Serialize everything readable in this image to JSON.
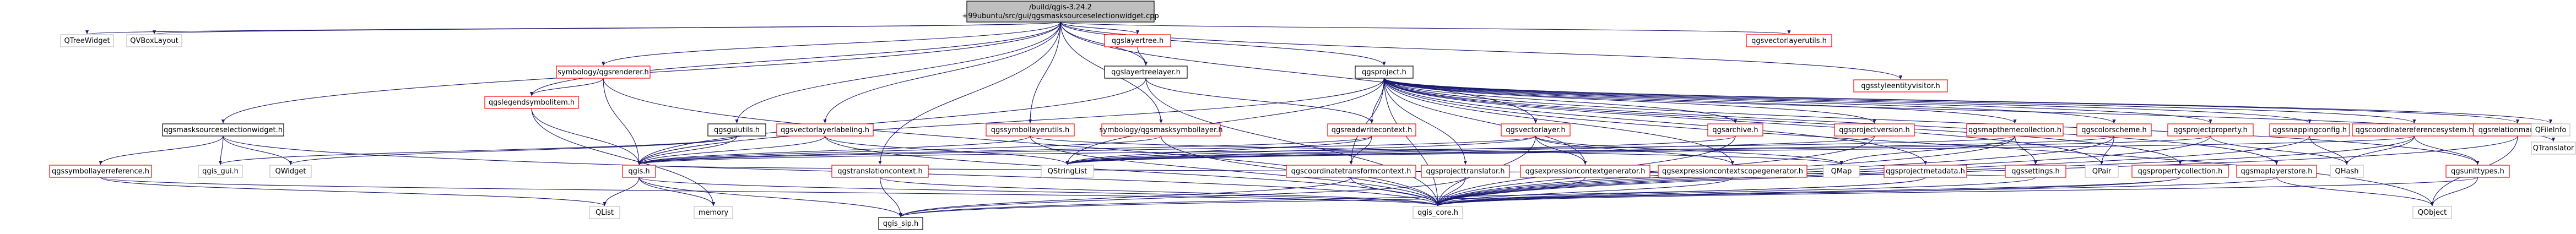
{
  "root": {
    "line1": "/build/qgis-3.24.2",
    "line2": "+99ubuntu/src/gui/qgsmasksourceselectionwidget.cpp"
  },
  "nodes": {
    "n_qtreewidget": "QTreeWidget",
    "n_qvboxlayout": "QVBoxLayout",
    "n_symbologyrenderer": "symbology/qgsrenderer.h",
    "n_qgslayertree": "qgslayertree.h",
    "n_qgsvectorlayerutils": "qgsvectorlayerutils.h",
    "n_qgsproject": "qgsproject.h",
    "n_qgsstyleentityvisitor": "qgsstyleentityvisitor.h",
    "n_qgslayertreelayer": "qgslayertreelayer.h",
    "n_qgsmasksourceselectionwidget": "qgsmasksourceselectionwidget.h",
    "n_qgslegendsymbolitem": "qgslegendsymbolitem.h",
    "n_qgsguiutils": "qgsguiutils.h",
    "n_qgsvectorlayerlabeling": "qgsvectorlayerlabeling.h",
    "n_qgssymbollayerutils": "qgssymbollayerutils.h",
    "n_symbologymasksymbollayer": "symbology/qgsmasksymbollayer.h",
    "n_qgsreadwritecontext": "qgsreadwritecontext.h",
    "n_qgsvectorlayer": "qgsvectorlayer.h",
    "n_qgsarchive": "qgsarchive.h",
    "n_qgsprojectversion": "qgsprojectversion.h",
    "n_qgsmapthemecollection": "qgsmapthemecollection.h",
    "n_qgscolorscheme": "qgscolorscheme.h",
    "n_qgsprojectproperty": "qgsprojectproperty.h",
    "n_qgssnappingconfig": "qgssnappingconfig.h",
    "n_qgscoordinatereferencesystem": "qgscoordinatereferencesystem.h",
    "n_qgsrelationmanager": "qgsrelationmanager.h",
    "n_qfileinfo": "QFileInfo",
    "n_qtranslator": "QTranslator",
    "n_qgssymbollayerreference": "qgssymbollayerreference.h",
    "n_qgis_gui": "qgis_gui.h",
    "n_qwidget": "QWidget",
    "n_qgis": "qgis.h",
    "n_qgstranslationcontext": "qgstranslationcontext.h",
    "n_qstringlist": "QStringList",
    "n_qgscoordinatetransformcontext": "qgscoordinatetransformcontext.h",
    "n_qgsprojecttranslator": "qgsprojecttranslator.h",
    "n_qgsexpressioncontextgenerator": "qgsexpressioncontextgenerator.h",
    "n_qgsexpressioncontextscopegenerator": "qgsexpressioncontextscopegenerator.h",
    "n_qmap": "QMap",
    "n_qgsprojectmetadata": "qgsprojectmetadata.h",
    "n_qgssettings": "qgssettings.h",
    "n_qpair": "QPair",
    "n_qgspropertycollection": "qgspropertycollection.h",
    "n_qgsmaplayerstore": "qgsmaplayerstore.h",
    "n_qhash": "QHash",
    "n_qgsunittypes": "qgsunittypes.h",
    "n_qlist": "QList",
    "n_memory": "memory",
    "n_qgis_sip": "qgis_sip.h",
    "n_qgis_core": "qgis_core.h",
    "n_qobject": "QObject"
  }
}
